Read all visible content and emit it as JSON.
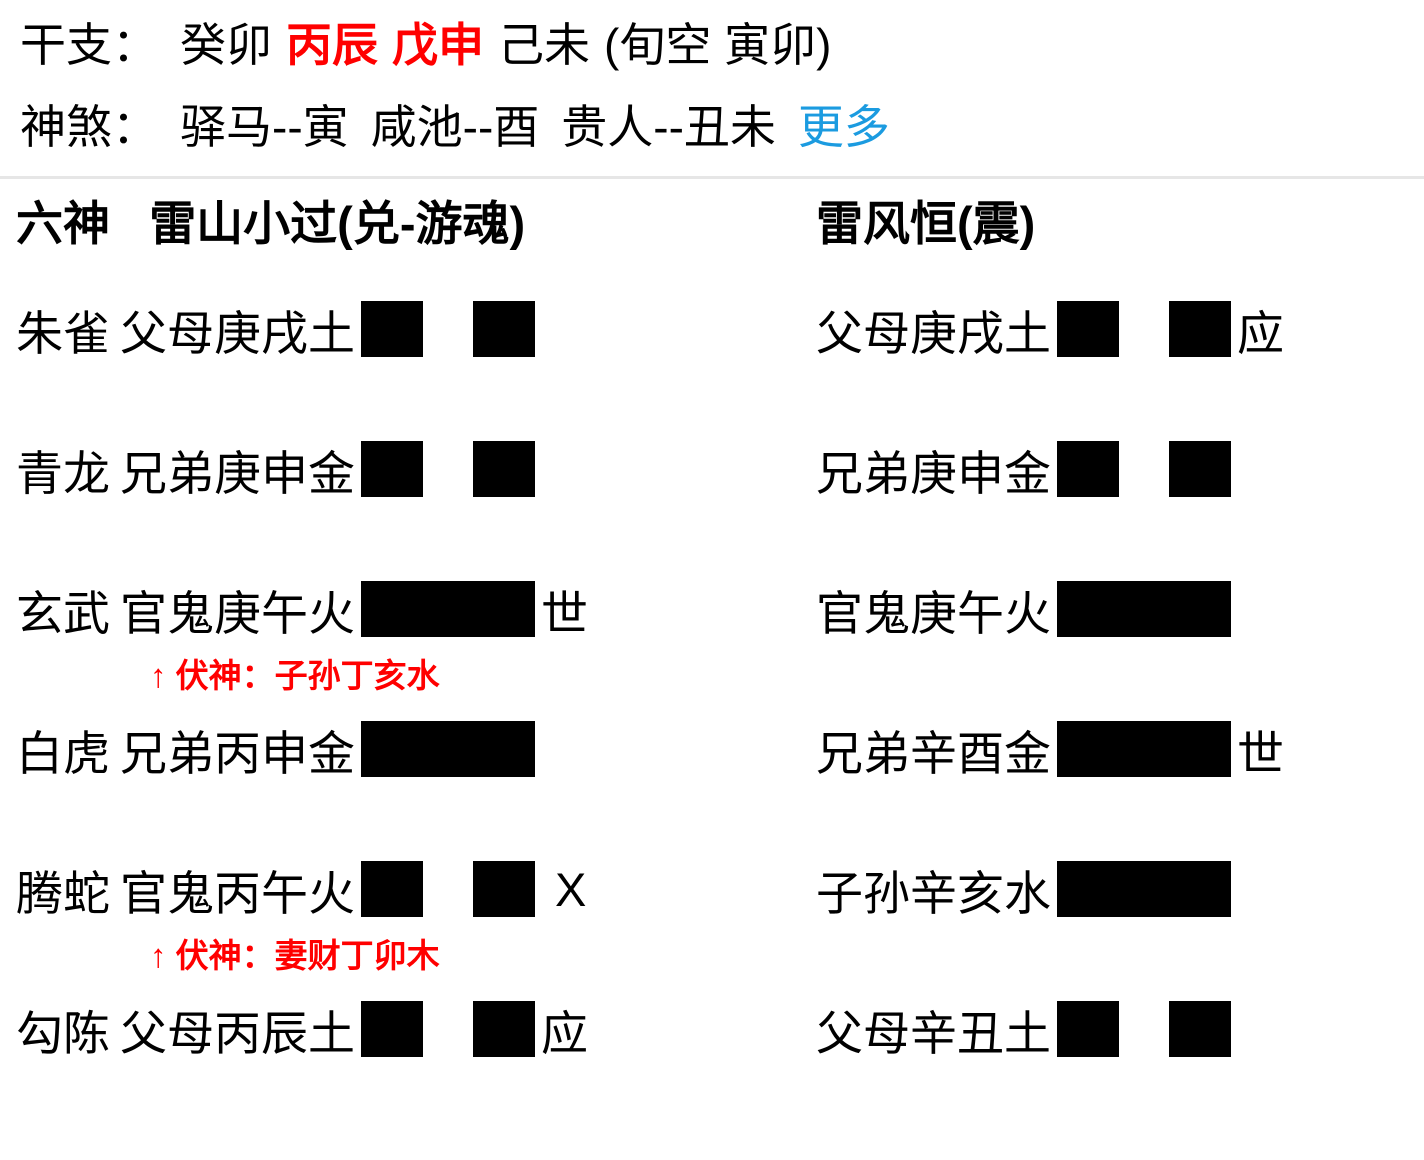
{
  "info": {
    "ganzhi": {
      "label": "干支：",
      "year": "癸卯",
      "month": "丙辰",
      "day": "戊申",
      "hour": "己未",
      "xunkong": "(旬空 寅卯)"
    },
    "shensha": {
      "label": "神煞：",
      "items": [
        "驿马--寅",
        "咸池--酉",
        "贵人--丑未"
      ],
      "more_label": "更多"
    }
  },
  "colors": {
    "accent_red": "#ff0000",
    "link_blue": "#1b9be0",
    "divider": "#e6e6e6",
    "text": "#000000"
  },
  "hexagram": {
    "sixgod_header": "六神",
    "primary_name": "雷山小过(兑-游魂)",
    "changed_name": "雷风恒(震)",
    "rows": [
      {
        "sixgod": "朱雀",
        "left": {
          "name": "父母庚戌土",
          "line": "yin",
          "marker": ""
        },
        "right": {
          "name": "父母庚戌土",
          "line": "yin",
          "marker": "应"
        },
        "fushen": null,
        "moving": ""
      },
      {
        "sixgod": "青龙",
        "left": {
          "name": "兄弟庚申金",
          "line": "yin",
          "marker": ""
        },
        "right": {
          "name": "兄弟庚申金",
          "line": "yin",
          "marker": ""
        },
        "fushen": null,
        "moving": ""
      },
      {
        "sixgod": "玄武",
        "left": {
          "name": "官鬼庚午火",
          "line": "yang",
          "marker": "世"
        },
        "right": {
          "name": "官鬼庚午火",
          "line": "yang",
          "marker": ""
        },
        "fushen": "↑ 伏神：子孙丁亥水",
        "moving": ""
      },
      {
        "sixgod": "白虎",
        "left": {
          "name": "兄弟丙申金",
          "line": "yang",
          "marker": ""
        },
        "right": {
          "name": "兄弟辛酉金",
          "line": "yang",
          "marker": "世"
        },
        "fushen": null,
        "moving": ""
      },
      {
        "sixgod": "腾蛇",
        "left": {
          "name": "官鬼丙午火",
          "line": "yin",
          "marker": ""
        },
        "right": {
          "name": "子孙辛亥水",
          "line": "yang",
          "marker": ""
        },
        "fushen": "↑ 伏神：妻财丁卯木",
        "moving": "X"
      },
      {
        "sixgod": "勾陈",
        "left": {
          "name": "父母丙辰土",
          "line": "yin",
          "marker": "应"
        },
        "right": {
          "name": "父母辛丑土",
          "line": "yin",
          "marker": ""
        },
        "fushen": null,
        "moving": ""
      }
    ]
  }
}
